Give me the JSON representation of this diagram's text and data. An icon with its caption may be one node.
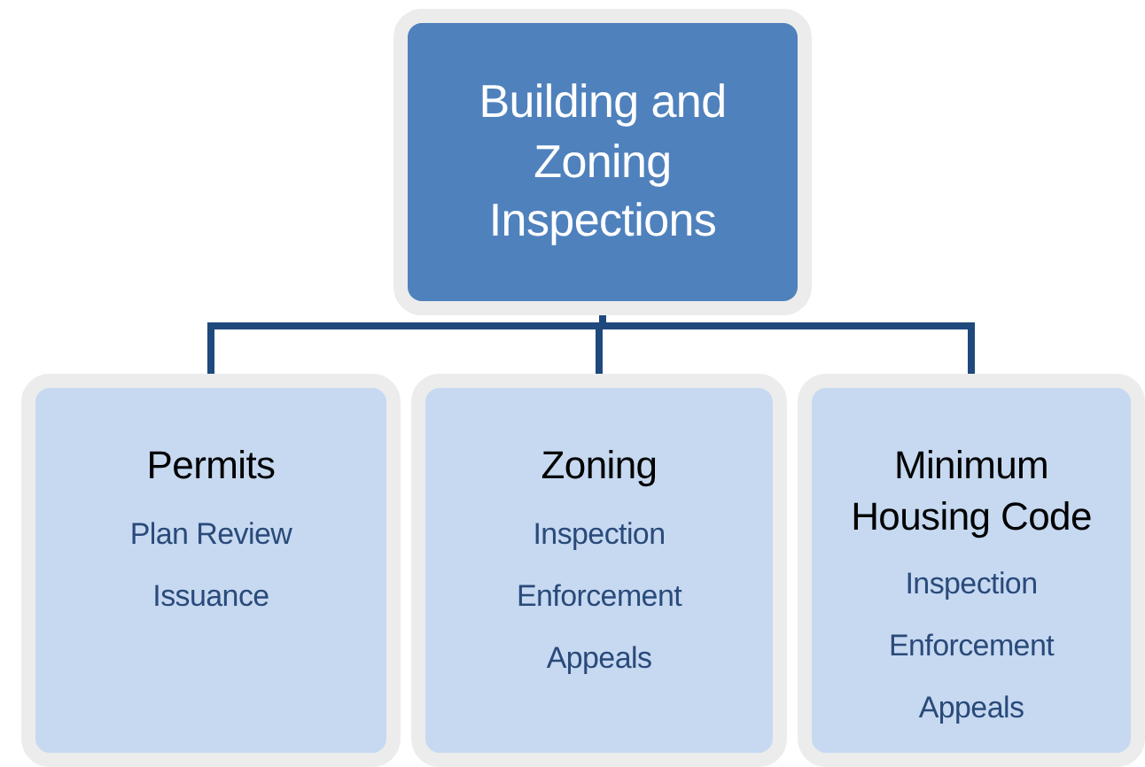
{
  "diagram": {
    "nodes": [
      {
        "text": [
          "Building and Zoning Inspections"
        ]
      },
      {
        "text": [
          "Permits",
          "Plan Review",
          "Issuance"
        ]
      },
      {
        "text": [
          "Zoning",
          "Inspection",
          "Enforcement",
          "Appeals"
        ]
      },
      {
        "text": [
          "Minimum Housing Code",
          "Inspection",
          "Enforcement",
          "Appeals"
        ]
      }
    ],
    "edges": [
      {
        "from": 0,
        "to": 1,
        "arrow": "none"
      },
      {
        "from": 0,
        "to": 2,
        "arrow": "none"
      },
      {
        "from": 0,
        "to": 3,
        "arrow": "none"
      }
    ]
  }
}
